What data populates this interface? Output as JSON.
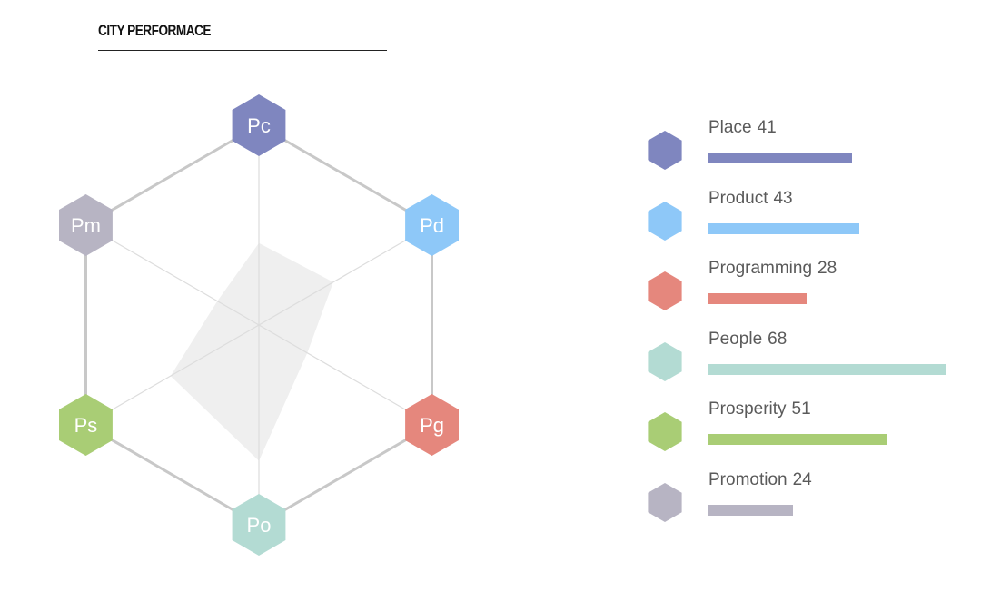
{
  "header": {
    "title": "CITY PERFORMACE"
  },
  "chart_data": {
    "type": "radar",
    "axes": [
      {
        "key": "Pc",
        "name": "Place",
        "value": 41,
        "color": "#7f86bf"
      },
      {
        "key": "Pd",
        "name": "Product",
        "value": 43,
        "color": "#8ec8f8"
      },
      {
        "key": "Pg",
        "name": "Programming",
        "value": 28,
        "color": "#e5877d"
      },
      {
        "key": "Po",
        "name": "People",
        "value": 68,
        "color": "#b3dbd3"
      },
      {
        "key": "Ps",
        "name": "Prosperity",
        "value": 51,
        "color": "#a9cd75"
      },
      {
        "key": "Pm",
        "name": "Promotion",
        "value": 24,
        "color": "#b7b4c3"
      }
    ],
    "max": 100,
    "fill_color": "#efefef",
    "grid_color": "#c8c8c8",
    "spoke_color": "#dddddd"
  }
}
